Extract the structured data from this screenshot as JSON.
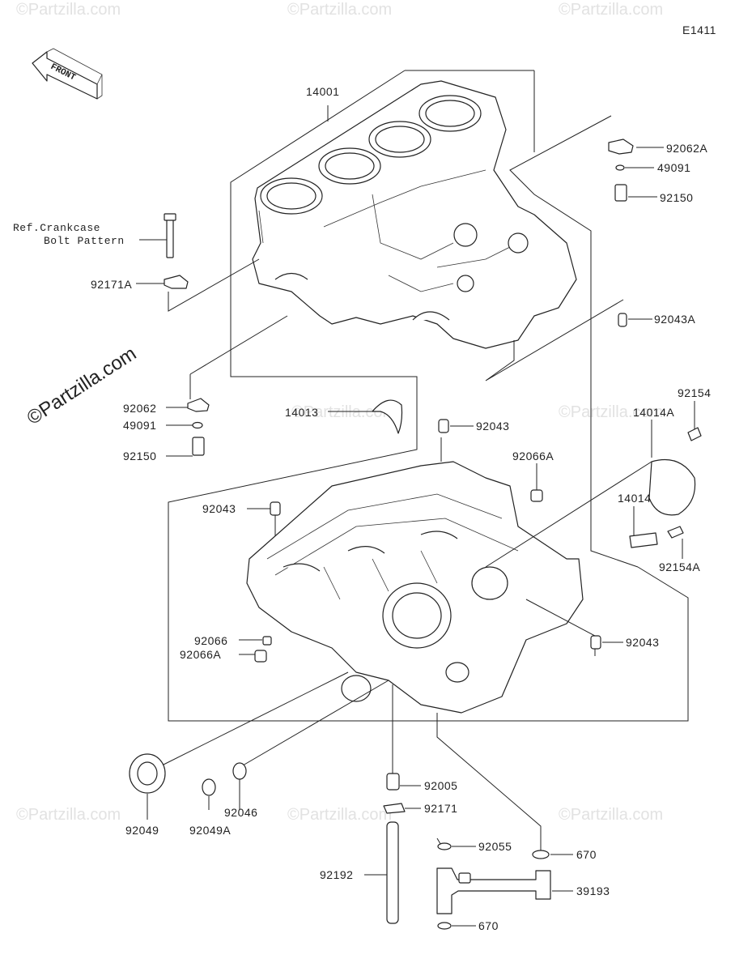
{
  "diagram_code": "E1411",
  "front_label": "FRONT",
  "watermark": "©Partzilla.com",
  "side_watermark": "©Partzilla.com",
  "ref_note": {
    "line1": "Ref.Crankcase",
    "line2": "Bolt Pattern"
  },
  "parts": {
    "p14001": "14001",
    "p92062A": "92062A",
    "p49091_top": "49091",
    "p92150_top": "92150",
    "p92171A": "92171A",
    "p92043A": "92043A",
    "p92062": "92062",
    "p49091": "49091",
    "p92150": "92150",
    "p14013": "14013",
    "p92043_a": "92043",
    "p92043_b": "92043",
    "p92043_c": "92043",
    "p92154": "92154",
    "p14014A": "14014A",
    "p92066A_top": "92066A",
    "p14014": "14014",
    "p92154A": "92154A",
    "p92066": "92066",
    "p92066A": "92066A",
    "p92049": "92049",
    "p92049A": "92049A",
    "p92046": "92046",
    "p92005": "92005",
    "p92171": "92171",
    "p92055": "92055",
    "p670_a": "670",
    "p670_b": "670",
    "p39193": "39193",
    "p92192": "92192"
  }
}
